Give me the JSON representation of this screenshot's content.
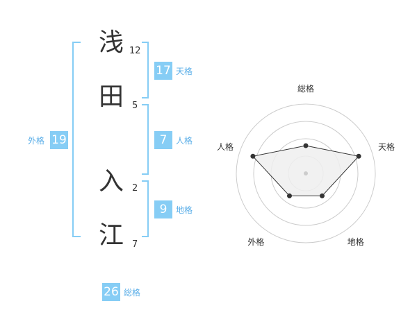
{
  "name": {
    "chars": [
      {
        "char": "浅",
        "strokes": "12"
      },
      {
        "char": "田",
        "strokes": "5"
      },
      {
        "char": "入",
        "strokes": "2"
      },
      {
        "char": "江",
        "strokes": "7"
      }
    ]
  },
  "kakusu": {
    "tenkaku": {
      "value": "17",
      "label": "天格"
    },
    "jinkaku": {
      "value": "7",
      "label": "人格"
    },
    "chikaku": {
      "value": "9",
      "label": "地格"
    },
    "gaikaku": {
      "value": "19",
      "label": "外格"
    },
    "soukaku": {
      "value": "26",
      "label": "総格"
    }
  },
  "chart_data": {
    "type": "radar",
    "axes": [
      "総格",
      "天格",
      "地格",
      "外格",
      "人格"
    ],
    "values": [
      2,
      4,
      2,
      2,
      4
    ],
    "max": 5,
    "rings": 4,
    "colors": {
      "ring": "#cccccc",
      "fill": "#eeeeee",
      "line": "#333333",
      "point": "#333333"
    }
  }
}
